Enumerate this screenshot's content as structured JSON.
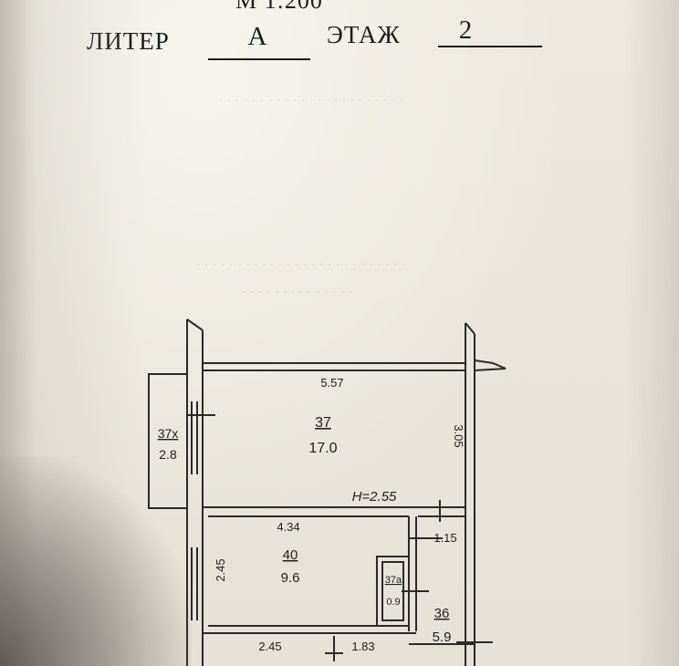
{
  "header": {
    "scale": "М 1:200",
    "liter_label": "ЛИТЕР",
    "liter_value": "А",
    "floor_label": "ЭТАЖ",
    "floor_value": "2"
  },
  "plan": {
    "rooms": [
      {
        "number": "37",
        "area": "17.0"
      },
      {
        "number": "37х",
        "area": "2.8"
      },
      {
        "number": "40",
        "area": "9.6"
      },
      {
        "number": "37а",
        "area": "0.9"
      },
      {
        "number": "36",
        "area": "5.9"
      }
    ],
    "dimensions": {
      "top_width": "5.57",
      "right_height": "3.05",
      "ceiling_height": "H=2.55",
      "room40_width": "4.34",
      "room40_height": "2.45",
      "room36_width": "1.15",
      "bottom_left": "2.45",
      "bottom_right": "1.83"
    }
  }
}
